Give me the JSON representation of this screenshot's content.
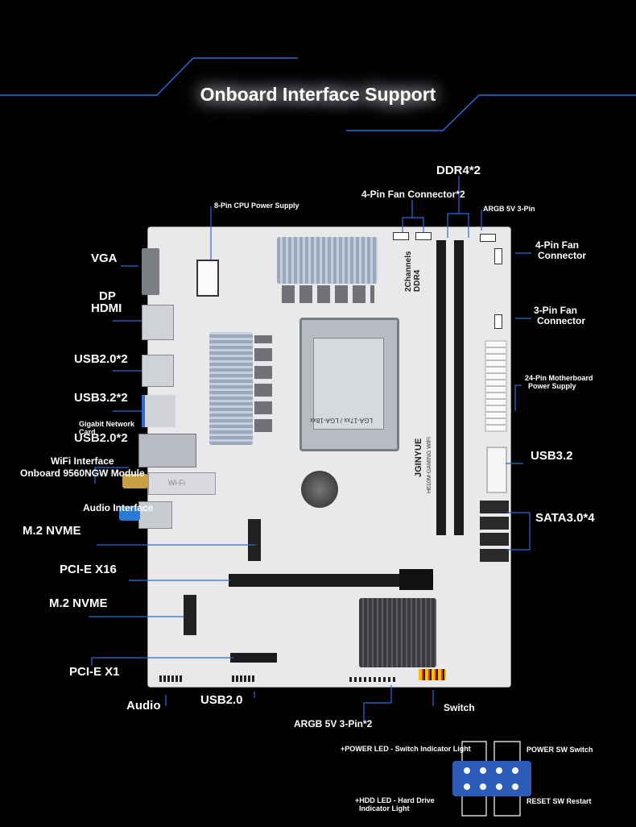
{
  "title": "Onboard Interface Support",
  "board": {
    "brand": "JGINYUE",
    "model": "H610M-GAMING WIFI",
    "socket": "LGA-17xx / LGA-18xx",
    "memory_text_1": "2Channels",
    "memory_text_2": "DDR4",
    "wifi_text": "Wi-Fi"
  },
  "labels": {
    "ddr4": "DDR4*2",
    "fan4_x2": "4-Pin Fan Connector*2",
    "cpu_power": "8-Pin CPU Power Supply",
    "argb_top": "ARGB 5V 3-Pin",
    "fan4": "4-Pin Fan",
    "fan4_b": "Connector",
    "fan3": "3-Pin Fan",
    "fan3_b": "Connector",
    "atx24": "24-Pin Motherboard",
    "atx24_b": "Power Supply",
    "usb32_right": "USB3.2",
    "sata": "SATA3.0*4",
    "vga": "VGA",
    "dp": "DP",
    "hdmi": "HDMI",
    "usb20x2": "USB2.0*2",
    "usb32x2": "USB3.2*2",
    "gigabit": "Gigabit Network",
    "gigabit_b": "Card",
    "usb20_2": "USB2.0*2",
    "wifi": "WiFi Interface",
    "wifi_b": "Onboard 9560NGW Module",
    "audio_iface": "Audio Interface",
    "m2_top": "M.2 NVME",
    "pcie16": "PCI-E X16",
    "m2_bottom": "M.2 NVME",
    "pcie1": "PCI-E X1",
    "audio": "Audio",
    "usb20": "USB2.0",
    "argb_bottom": "ARGB 5V 3-Pin*2",
    "switch": "Switch"
  },
  "panel": {
    "power_led": "+POWER LED - Switch Indicator Light",
    "hdd_led": "+HDD LED - Hard Drive",
    "hdd_led_b": "Indicator Light",
    "power_sw": "POWER SW Switch",
    "reset_sw": "RESET SW Restart"
  },
  "colors": {
    "accent_blue": "#2a6bd6",
    "pin_block": "#2c5bb8"
  }
}
